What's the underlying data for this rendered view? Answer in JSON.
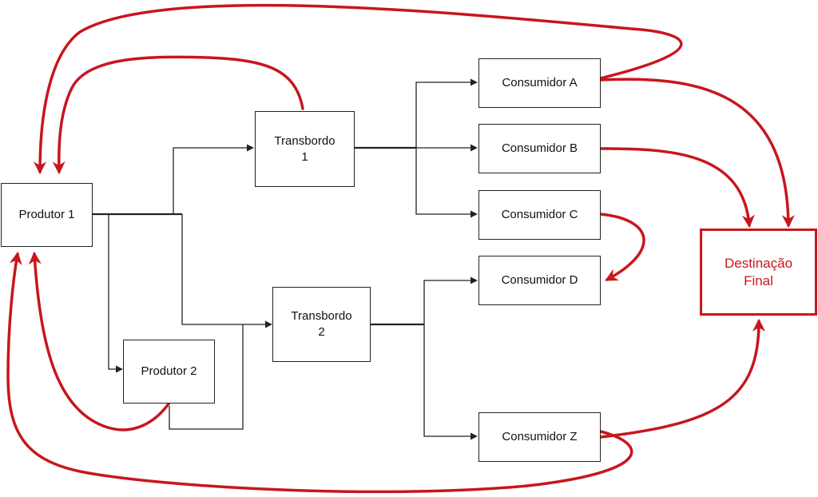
{
  "colors": {
    "flow_line": "#222222",
    "return_arrow": "#c8161d",
    "final_border": "#c8161d",
    "final_text": "#c8161d"
  },
  "nodes": {
    "produtor1": "Produtor 1",
    "produtor2": "Produtor 2",
    "transbordo1": "Transbordo\n1",
    "transbordo2": "Transbordo\n2",
    "consumidor_a": "Consumidor A",
    "consumidor_b": "Consumidor B",
    "consumidor_c": "Consumidor C",
    "consumidor_d": "Consumidor D",
    "consumidor_z": "Consumidor Z",
    "destinacao_final": "Destinação\nFinal"
  }
}
